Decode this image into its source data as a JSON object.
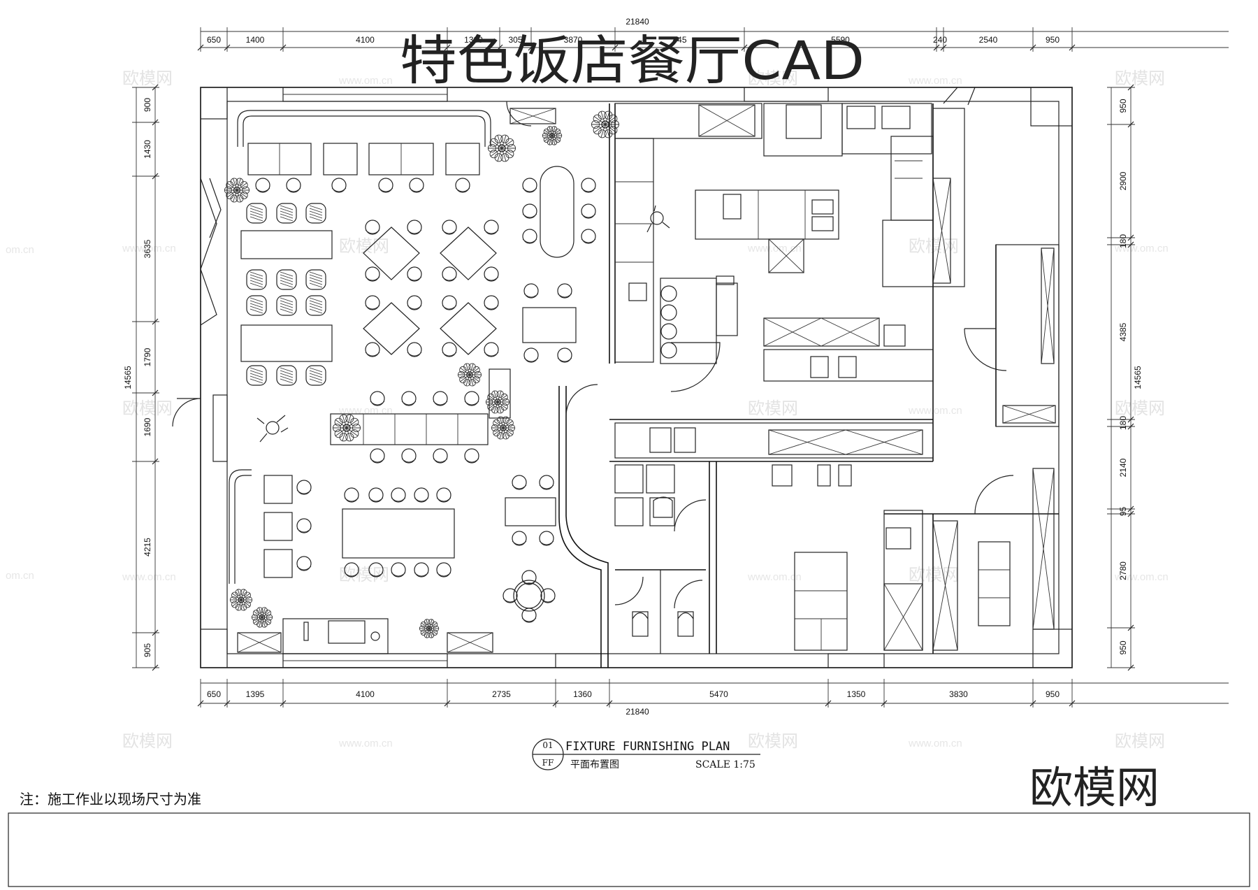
{
  "title": "特色饭店餐厅CAD",
  "brand": "欧模网",
  "watermark": {
    "text": "欧模网",
    "url": "www.om.cn",
    "url_short": "om.cn"
  },
  "note": "注：施工作业以现场尺寸为准",
  "plan_label": {
    "number": "01",
    "code": "FF",
    "title": "FIXTURE FURNISHING PLAN",
    "subtitle": "平面布置图",
    "scale": "SCALE 1:75"
  },
  "dimensions": {
    "top_total": "21840",
    "top_segments": [
      "650",
      "1400",
      "4100",
      "1300",
      "305",
      "3870",
      "445",
      "5590",
      "240",
      "2540",
      "950"
    ],
    "bottom_total": "21840",
    "bottom_segments": [
      "650",
      "1395",
      "4100",
      "2735",
      "1360",
      "5470",
      "1350",
      "3830",
      "950"
    ],
    "left_total": "14565",
    "left_segments": [
      "900",
      "1430",
      "3635",
      "1790",
      "1690",
      "4215",
      "905"
    ],
    "right_total": "14565",
    "right_segments": [
      "950",
      "2900",
      "180",
      "4385",
      "180",
      "2140",
      "95",
      "2780",
      "950"
    ]
  }
}
